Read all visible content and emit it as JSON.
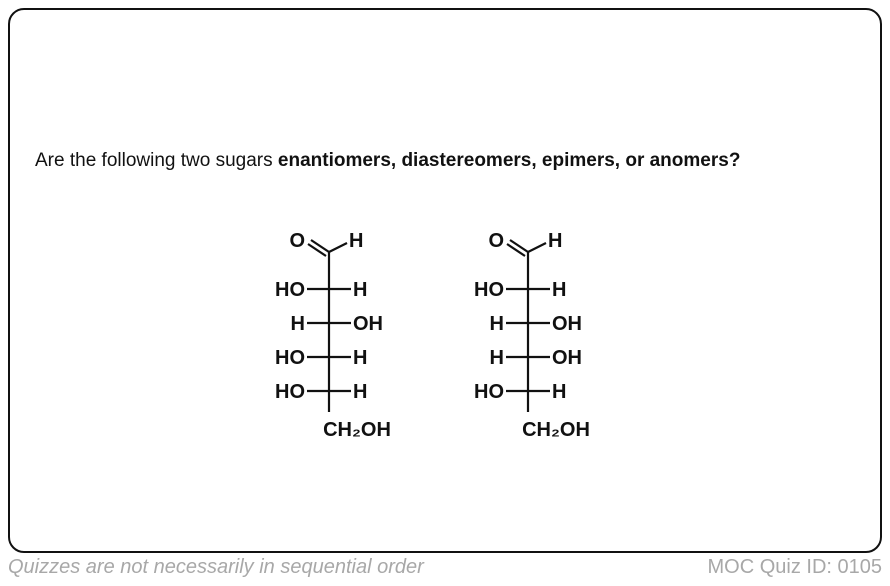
{
  "question": {
    "prefix": "Are the following two sugars ",
    "emphasis": "enantiomers, diastereomers, epimers, or anomers?"
  },
  "molecules": [
    {
      "top": {
        "O": "O",
        "H": "H"
      },
      "rows": [
        {
          "left": "HO",
          "right": "H"
        },
        {
          "left": "H",
          "right": "OH"
        },
        {
          "left": "HO",
          "right": "H"
        },
        {
          "left": "HO",
          "right": "H"
        }
      ],
      "bottom": "CH₂OH"
    },
    {
      "top": {
        "O": "O",
        "H": "H"
      },
      "rows": [
        {
          "left": "HO",
          "right": "H"
        },
        {
          "left": "H",
          "right": "OH"
        },
        {
          "left": "H",
          "right": "OH"
        },
        {
          "left": "HO",
          "right": "H"
        }
      ],
      "bottom": "CH₂OH"
    }
  ],
  "footer": {
    "note": "Quizzes are not necessarily in sequential order",
    "quiz_id": "MOC Quiz ID: 0105"
  }
}
